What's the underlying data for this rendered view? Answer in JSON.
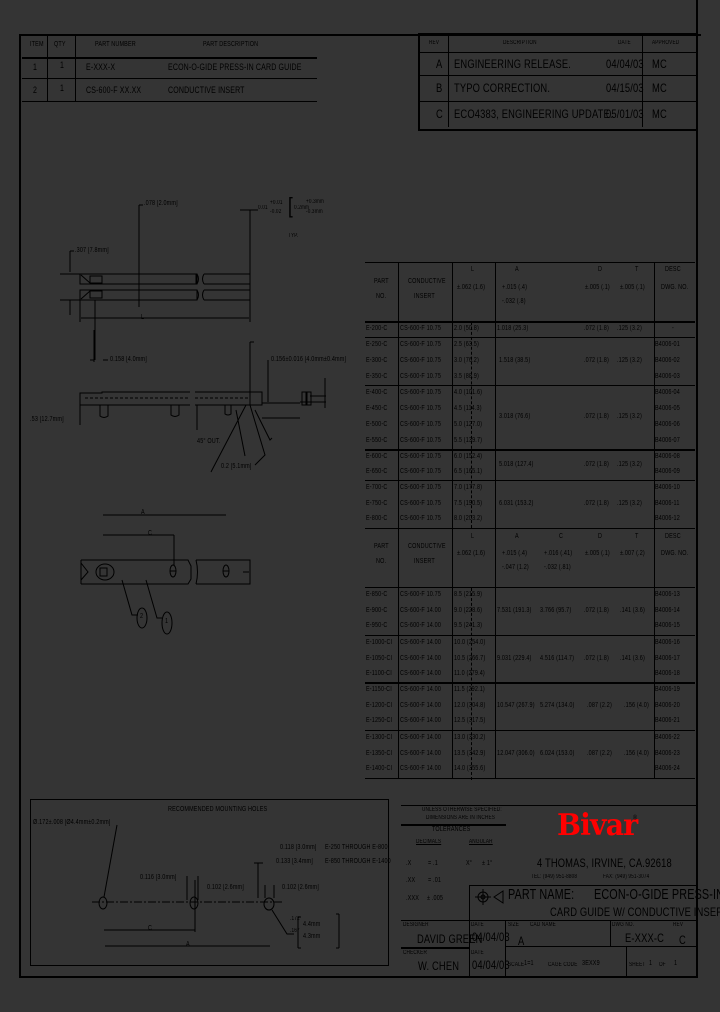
{
  "bom": {
    "headers": {
      "item": "ITEM",
      "qty": "QTY",
      "part_number": "PART NUMBER",
      "description": "PART DESCRIPTION"
    },
    "rows": [
      {
        "item": "1",
        "qty": "1",
        "part_number": "E-XXX-X",
        "description": "ECON-O-GIDE PRESS-IN CARD GUIDE"
      },
      {
        "item": "2",
        "qty": "1",
        "part_number": "CS-600-F XX.XX",
        "description": "CONDUCTIVE INSERT"
      }
    ]
  },
  "revisions": {
    "headers": {
      "rev": "REV",
      "description": "DESCRIPTION",
      "date": "DATE",
      "approved": "APPROVED"
    },
    "rows": [
      {
        "rev": "A",
        "description": "ENGINEERING RELEASE.",
        "date": "04/04/03",
        "approved": "MC"
      },
      {
        "rev": "B",
        "description": "TYPO CORRECTION.",
        "date": "04/15/03",
        "approved": "MC"
      },
      {
        "rev": "C",
        "description": "ECO4383, ENGINEERING UPDATE.",
        "date": "05/01/03",
        "approved": "MC"
      }
    ]
  },
  "drawing_top": {
    "dim_078": ".078 [2.0mm]",
    "dim_307": ".307 [7.8mm]",
    "dim_tol": "0.01",
    "dim_tol_plus": "+0.01",
    "dim_tol_minus": "-0.02",
    "dim_tol_mm": "0.2mm",
    "dim_tol_mm_plus": "+0.3mm",
    "dim_tol_mm_minus": "-0.3mm",
    "dim_typ": "TYP.",
    "dim_L": "L"
  },
  "drawing_side": {
    "dim_158": "0.158 [4.0mm]",
    "dim_156": "0.156±0.016 [4.0mm±0.4mm]",
    "dim_53": ".53 [12.7mm]",
    "dim_45": "45° OUT.",
    "dim_02": "0.2 [5.1mm]"
  },
  "drawing_bottom": {
    "dim_A": "A",
    "dim_C": "C",
    "balloon_1": "1",
    "balloon_2": "2"
  },
  "mounting": {
    "title": "RECOMMENDED MOUNTING HOLES",
    "dia_label": "Ø.172±.008 [Ø4.4mm±0.2mm]",
    "dim_118": "0.118 [3.0mm]",
    "range_118": "E-250 THROUGH E-800",
    "dim_133": "0.133 [3.4mm]",
    "range_133": "E-850 THROUGH E-1400",
    "dim_116": "0.116 [3.0mm]",
    "dim_102a": "0.102 [2.6mm]",
    "dim_102b": "0.102 [2.6mm]",
    "dia_tol_top": ".172",
    "dia_tol_bot": ".167",
    "dia_mm_top": "4.4mm",
    "dia_mm_bot": "4.3mm",
    "dim_C": "C",
    "dim_A": "A"
  },
  "table1": {
    "headers": {
      "part": [
        "PART",
        "NO."
      ],
      "insert": [
        "CONDUCTIVE",
        "INSERT"
      ],
      "L": [
        "L",
        "±.062 (1.6)"
      ],
      "A": [
        "A",
        "+.015 (.4)",
        "-.032 (.8)"
      ],
      "D": [
        "D",
        "±.005 (.1)"
      ],
      "T": [
        "T",
        "±.005 (.1)"
      ],
      "desc": [
        "DESC",
        "DWG. NO."
      ]
    },
    "groups": [
      {
        "rows": [
          [
            "E-200-C",
            "CS-600-F 10.75",
            "2.0 (50.8)",
            "-"
          ]
        ],
        "A": "1.018 (25.3)",
        "D": ".072 (1.8)",
        "T": ".125 (3.2)"
      },
      {
        "rows": [
          [
            "E-250-C",
            "CS-600-F 10.75",
            "2.5 (63.5)",
            "B4006-01"
          ],
          [
            "E-300-C",
            "CS-600-F 10.75",
            "3.0 (76.2)",
            "B4006-02"
          ],
          [
            "E-350-C",
            "CS-600-F 10.75",
            "3.5 (88.9)",
            "B4006-03"
          ]
        ],
        "A": "1.518 (38.5)",
        "D": ".072 (1.8)",
        "T": ".125 (3.2)"
      },
      {
        "rows": [
          [
            "E-400-C",
            "CS-600-F 10.75",
            "4.0 (101.6)",
            "B4006-04"
          ],
          [
            "E-450-C",
            "CS-600-F 10.75",
            "4.5 (114.3)",
            "B4006-05"
          ],
          [
            "E-500-C",
            "CS-600-F 10.75",
            "5.0 (127.0)",
            "B4006-06"
          ],
          [
            "E-550-C",
            "CS-600-F 10.75",
            "5.5 (139.7)",
            "B4006-07"
          ]
        ],
        "A": "3.018 (76.6)",
        "D": ".072 (1.8)",
        "T": ".125 (3.2)"
      },
      {
        "rows": [
          [
            "E-600-C",
            "CS-600-F 10.75",
            "6.0 (152.4)",
            "B4006-08"
          ],
          [
            "E-650-C",
            "CS-600-F 10.75",
            "6.5 (165.1)",
            "B4006-09"
          ]
        ],
        "A": "5.018 (127.4)",
        "D": ".072 (1.8)",
        "T": ".125 (3.2)"
      },
      {
        "rows": [
          [
            "E-700-C",
            "CS-600-F 10.75",
            "7.0 (177.8)",
            "B4006-10"
          ],
          [
            "E-750-C",
            "CS-600-F 10.75",
            "7.5 (190.5)",
            "B4006-11"
          ],
          [
            "E-800-C",
            "CS-600-F 10.75",
            "8.0 (203.2)",
            "B4006-12"
          ]
        ],
        "A": "6.031 (153.2)",
        "D": ".072 (1.8)",
        "T": ".125 (3.2)"
      }
    ]
  },
  "table2": {
    "headers": {
      "part": [
        "PART",
        "NO."
      ],
      "insert": [
        "CONDUCTIVE",
        "INSERT"
      ],
      "L": [
        "L",
        "±.062 (1.6)"
      ],
      "A": [
        "A",
        "+.015 (.4)",
        "-.047 (1.2)"
      ],
      "C": [
        "C",
        "+.016 (.41)",
        "-.032 (.81)"
      ],
      "D": [
        "D",
        "±.005 (.1)"
      ],
      "T": [
        "T",
        "±.007 (.2)"
      ],
      "desc": [
        "DESC",
        "DWG. NO."
      ]
    },
    "groups": [
      {
        "rows": [
          [
            "E-850-C",
            "CS-600-F 10.75",
            "8.5 (215.9)",
            "B4006-13"
          ],
          [
            "E-900-C",
            "CS-600-F 14.00",
            "9.0 (228.6)",
            "B4006-14"
          ],
          [
            "E-950-C",
            "CS-600-F 14.00",
            "9.5 (241.3)",
            "B4006-15"
          ]
        ],
        "A": "7.531 (191.3)",
        "C": "3.766 (95.7)",
        "D": ".072 (1.8)",
        "T": ".141 (3.6)"
      },
      {
        "rows": [
          [
            "E-1000-CI",
            "CS-600-F 14.00",
            "10.0 (254.0)",
            "B4006-16"
          ],
          [
            "E-1050-CI",
            "CS-600-F 14.00",
            "10.5 (266.7)",
            "B4006-17"
          ],
          [
            "E-1100-CI",
            "CS-600-F 14.00",
            "11.0 (279.4)",
            "B4006-18"
          ]
        ],
        "A": "9.031 (229.4)",
        "C": "4.516 (114.7)",
        "D": ".072 (1.8)",
        "T": ".141 (3.6)"
      },
      {
        "rows": [
          [
            "E-1150-CI",
            "CS-600-F 14.00",
            "11.5 (292.1)",
            "B4006-19"
          ],
          [
            "E-1200-CI",
            "CS-600-F 14.00",
            "12.0 (304.8)",
            "B4006-20"
          ],
          [
            "E-1250-CI",
            "CS-600-F 14.00",
            "12.5 (317.5)",
            "B4006-21"
          ]
        ],
        "A": "10.547 (267.9)",
        "C": "5.274 (134.0)",
        "D": ".087 (2.2)",
        "T": ".156 (4.0)"
      },
      {
        "rows": [
          [
            "E-1300-CI",
            "CS-600-F 14.00",
            "13.0 (330.2)",
            "B4006-22"
          ],
          [
            "E-1350-CI",
            "CS-600-F 14.00",
            "13.5 (342.9)",
            "B4006-23"
          ],
          [
            "E-1400-CI",
            "CS-600-F 14.00",
            "14.0 (355.6)",
            "B4006-24"
          ]
        ],
        "A": "12.047 (306.0)",
        "C": "6.024 (153.0)",
        "D": ".087 (2.2)",
        "T": ".156 (4.0)"
      }
    ]
  },
  "title_block": {
    "note_line1": "UNLESS OTHERWISE SPECIFIED:",
    "note_line2": "DIMENSIONS ARE IN INCHES",
    "tolerances": "TOLERANCES",
    "decimals": "DECIMALS",
    "angular": "ANGULAR",
    "tol_x": ".X",
    "tol_x_val": "= .1",
    "tol_xx": ".XX",
    "tol_xx_val": "= .01",
    "tol_xxx": ".XXX",
    "tol_xxx_val": "± .005",
    "tol_ang": "X°",
    "tol_ang_val": "± 1°",
    "logo": "Bivar",
    "logo_reg": "®",
    "address": "4 THOMAS, IRVINE, CA.92618",
    "tel": "TEL: (949) 951-8808",
    "fax": "FAX: (949) 951-3074",
    "part_name_label": "PART NAME:",
    "part_name_1": "ECON-O-GIDE PRESS-IN",
    "part_name_2": "CARD GUIDE W/ CONDUCTIVE INSERT",
    "designer_label": "DESIGNER",
    "designer": "DAVID GREEN",
    "date_label": "DATE",
    "designer_date": "04/04/03",
    "checker_label": "CHECKER",
    "checker": "W. CHEN",
    "checker_date": "04/04/03",
    "size_label": "SIZE",
    "size": "A",
    "cad_label": "CAD NAME",
    "dwg_label": "DWG NO.",
    "dwg_no": "E-XXX-C",
    "rev_label": "REV",
    "rev": "C",
    "scale_label": "SCALE",
    "scale": "1=1",
    "cage_label": "CAGE CODE",
    "cage": "3EXX9",
    "sheet_label": "SHEET",
    "sheet": "1",
    "of_label": "OF",
    "of": "1"
  },
  "colors": {
    "background": "#343434",
    "ink": "#000000",
    "logo": "#ff0000"
  }
}
